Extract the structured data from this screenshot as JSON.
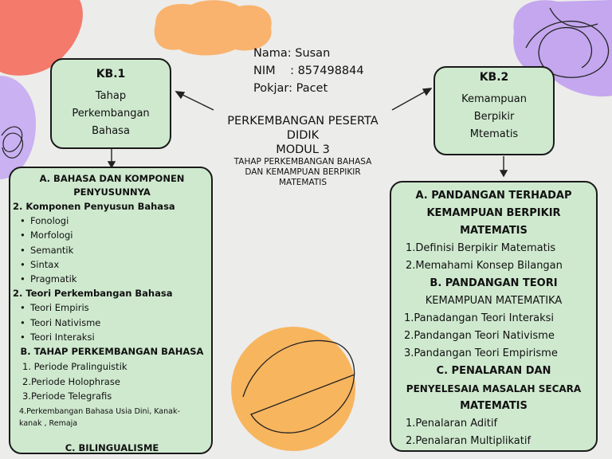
{
  "info": {
    "nama": "Nama: Susan",
    "nim": "NIM    : 857498844",
    "pokjar": "Pokjar: Pacet"
  },
  "title": {
    "line1": "PERKEMBANGAN PESERTA",
    "line2": "DIDIK",
    "line3": "MODUL 3",
    "sub1": "TAHAP PERKEMBANGAN BAHASA",
    "sub2": "DAN KEMAMPUAN BERPIKIR",
    "sub3": "MATEMATIS"
  },
  "kb1": {
    "code": "KB.1",
    "line1": "Tahap",
    "line2": "Perkembangan",
    "line3": "Bahasa"
  },
  "kb2": {
    "code": "KB.2",
    "line1": "Kemampuan",
    "line2": "Berpikir",
    "line3": "Mtematis"
  },
  "left": {
    "a_title1": "A. BAHASA DAN KOMPONEN",
    "a_title2": "PENYUSUNNYA",
    "komponen_title": "2. Komponen Penyusun Bahasa",
    "komponen": [
      "Fonologi",
      "Morfologi",
      "Semantik",
      "Sintax",
      "Pragmatik"
    ],
    "teori_title": "2. Teori Perkembangan Bahasa",
    "teori": [
      "Teori Empiris",
      "Teori Nativisme",
      "Teori Interaksi"
    ],
    "b_title": "B. TAHAP PERKEMBANGAN BAHASA",
    "tahap": [
      "1.  Periode Pralinguistik",
      "2.Periode Holophrase",
      "3.Periode Telegrafis"
    ],
    "tahap4_1": "4.Perkembangan Bahasa Usia Dini, Kanak-",
    "tahap4_2": "kanak , Remaja",
    "c_title": "C. BILINGUALISME"
  },
  "right": {
    "a_title1": "A. PANDANGAN TERHADAP",
    "a_title2": "KEMAMPUAN BERPIKIR",
    "a_title3": "MATEMATIS",
    "a_items": [
      "1.Definisi Berpikir Matematis",
      "2.Memahami Konsep Bilangan"
    ],
    "b_title1": "B. PANDANGAN TEORI",
    "b_title2": "KEMAMPUAN MATEMATIKA",
    "b_items": [
      "1.Panadangan Teori Interaksi",
      "2.Pandangan Teori Nativisme",
      "3.Pandangan Teori Empirisme"
    ],
    "c_title1": "C. PENALARAN DAN",
    "c_title2": "PENYELESAIA MASALAH SECARA",
    "c_title3": "MATEMATIS",
    "c_items": [
      "1.Penalaran Aditif",
      "2.Penalaran Multiplikatif"
    ]
  },
  "colors": {
    "box": "#cfe9cf",
    "coral": "#f47a6b",
    "orange": "#f9b36e",
    "lavender": "#c9b1f2",
    "purple": "#c4a7ef",
    "mustard": "#f7b55e"
  }
}
